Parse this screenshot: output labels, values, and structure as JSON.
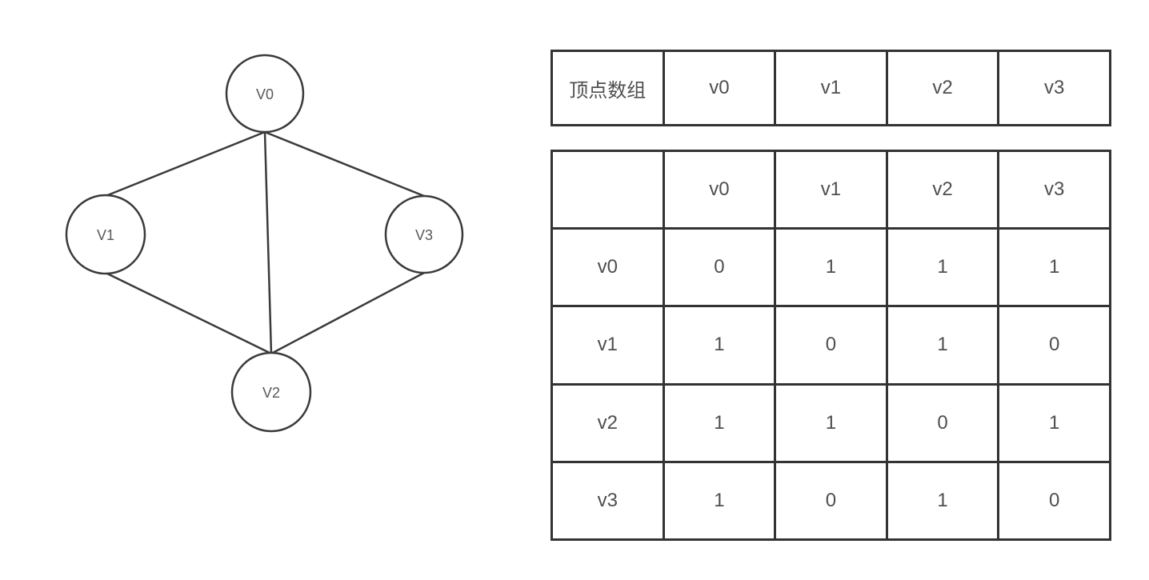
{
  "colors": {
    "stroke": "#3a3a3a",
    "border": "#333333",
    "text": "#4f4f4f",
    "background": "#ffffff"
  },
  "diagram": {
    "type": "undirected-graph",
    "nodes": [
      {
        "id": "v0",
        "label": "V0"
      },
      {
        "id": "v1",
        "label": "V1"
      },
      {
        "id": "v2",
        "label": "V2"
      },
      {
        "id": "v3",
        "label": "V3"
      }
    ],
    "edges": [
      {
        "from": "v0",
        "to": "v1"
      },
      {
        "from": "v0",
        "to": "v2"
      },
      {
        "from": "v0",
        "to": "v3"
      },
      {
        "from": "v1",
        "to": "v2"
      },
      {
        "from": "v3",
        "to": "v2"
      }
    ]
  },
  "vertex_table": {
    "title_cell": "顶点数组",
    "cells": [
      "v0",
      "v1",
      "v2",
      "v3"
    ]
  },
  "adjacency_matrix": {
    "corner": "",
    "col_headers": [
      "v0",
      "v1",
      "v2",
      "v3"
    ],
    "rows": [
      {
        "label": "v0",
        "values": [
          "0",
          "1",
          "1",
          "1"
        ]
      },
      {
        "label": "v1",
        "values": [
          "1",
          "0",
          "1",
          "0"
        ]
      },
      {
        "label": "v2",
        "values": [
          "1",
          "1",
          "0",
          "1"
        ]
      },
      {
        "label": "v3",
        "values": [
          "1",
          "0",
          "1",
          "0"
        ]
      }
    ]
  }
}
